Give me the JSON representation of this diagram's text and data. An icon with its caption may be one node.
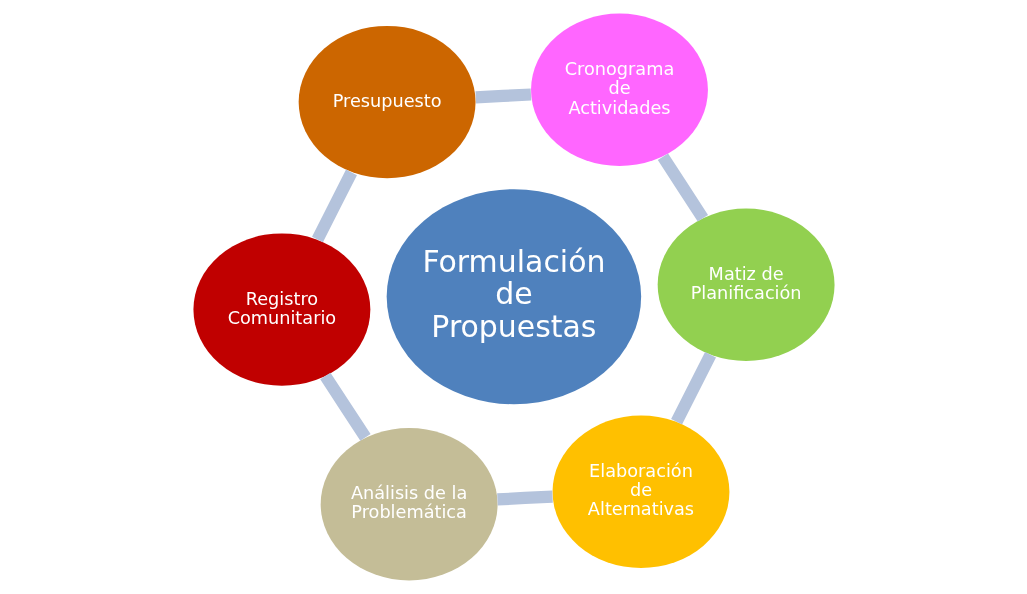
{
  "diagram": {
    "nodes": [
      {
        "text": [
          "Registro Comunitario"
        ]
      },
      {
        "text": [
          "Análisis de la Problemática"
        ]
      },
      {
        "text": [
          "Elaboración de Alternativas"
        ]
      },
      {
        "text": [
          "Matiz de Planificación"
        ]
      },
      {
        "text": [
          "Cronograma de Actividades"
        ]
      },
      {
        "text": [
          "Presupuesto"
        ]
      },
      {
        "text": [
          "Formulación de Propuestas"
        ]
      }
    ],
    "edges": [
      {
        "from": 0,
        "to": 1,
        "arrow": "none"
      },
      {
        "from": 1,
        "to": 2,
        "arrow": "none"
      },
      {
        "from": 2,
        "to": 3,
        "arrow": "none"
      },
      {
        "from": 3,
        "to": 4,
        "arrow": "none"
      },
      {
        "from": 4,
        "to": 5,
        "arrow": "none"
      },
      {
        "from": 5,
        "to": 0,
        "arrow": "none"
      }
    ]
  }
}
